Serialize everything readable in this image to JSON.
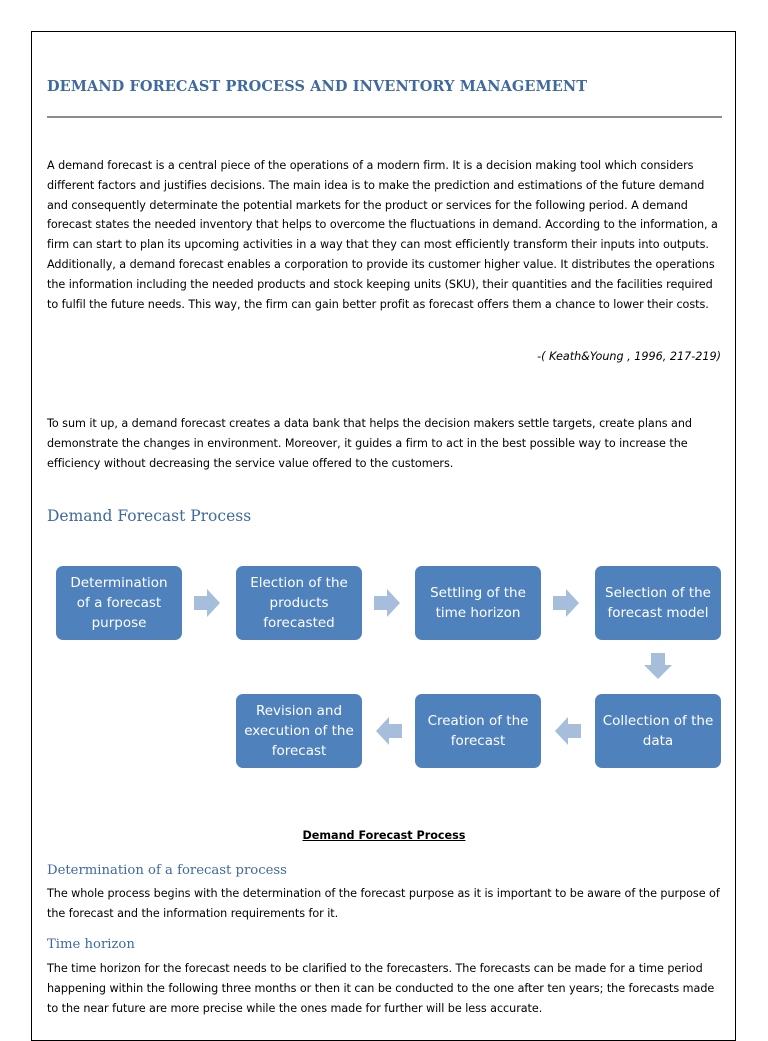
{
  "document": {
    "title": "DEMAND FORECAST PROCESS AND INVENTORY MANAGEMENT",
    "intro_paragraph": "A demand forecast is a central piece of the operations of a modern firm. It is a decision making tool which considers different factors and justifies decisions. The main idea is to make the prediction and estimations of the future demand and consequently determinate the potential markets for the product or services for the following period. A demand forecast states the needed inventory that helps to overcome the fluctuations in demand. According to the information, a firm can start to plan its upcoming activities in a way that they can most efficiently transform their inputs into outputs. Additionally, a demand forecast enables a corporation to provide its customer higher value. It distributes the operations the information including the needed products and stock keeping units (SKU), their quantities and the facilities required to fulfil the future needs. This way, the firm can gain better profit as forecast offers them a chance to lower their costs.",
    "citation": "-( Keath&Young , 1996, 217-219)",
    "summary_paragraph": "To sum it up, a demand forecast creates a data bank that helps the decision makers settle targets, create plans and demonstrate the changes in environment. Moreover, it guides a firm to act in the best possible way to increase the efficiency without decreasing the service value offered to the customers.",
    "process_heading": "Demand Forecast Process",
    "diagram": {
      "steps": [
        "Determination of a forecast purpose",
        "Election of the products forecasted",
        "Settling of the time horizon",
        "Selection of the forecast model",
        "Collection of the data",
        "Creation of the forecast",
        "Revision and execution of the forecast"
      ],
      "box_color": "#4f81bd",
      "arrow_color": "#a6bddb"
    },
    "diagram_caption": "Demand Forecast Process",
    "section1": {
      "heading": "Determination of a forecast process",
      "text": "The whole process begins with the determination of the forecast purpose as it is important to be aware of the purpose of the forecast and the information requirements for it."
    },
    "section2": {
      "heading": "Time horizon",
      "text": "The time horizon for the forecast needs to be clarified to the forecasters. The forecasts can be made for a time period happening within the following three months or then it can be conducted to the one after ten years; the forecasts made to the near future are more precise while the ones made for further will be less accurate."
    },
    "colors": {
      "heading": "#3e6aa0",
      "rule": "#8c8c8c"
    }
  }
}
